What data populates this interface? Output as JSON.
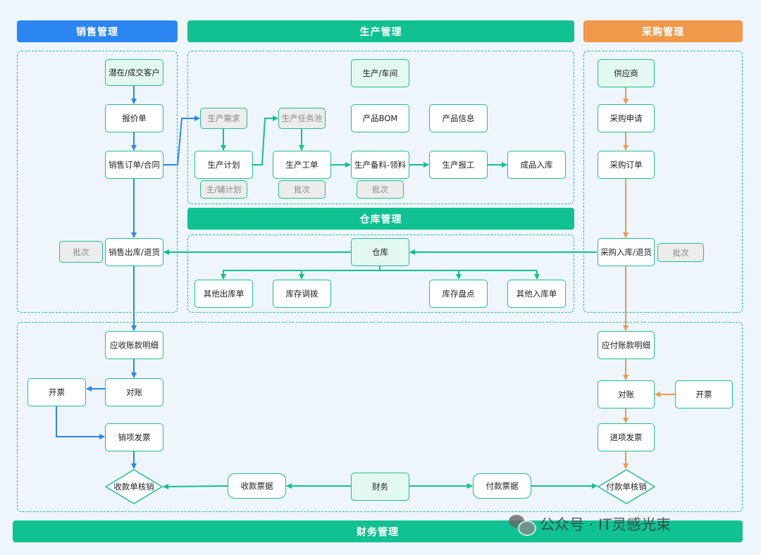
{
  "headers": {
    "sales": "销售管理",
    "production": "生产管理",
    "purchase": "采购管理",
    "warehouse": "仓库管理",
    "finance": "财务管理"
  },
  "nodes": {
    "customer": "潜在/成交客户",
    "quote": "报价单",
    "sales_order": "销售订单/合同",
    "sales_batch": "批次",
    "sales_outbound": "销售出库/退货",
    "workshop": "生产/车间",
    "demand": "生产需求",
    "task_pool": "生产任务池",
    "bom": "产品BOM",
    "product_info": "产品信息",
    "plan": "生产计划",
    "work_order": "生产工单",
    "material": "生产备料-领料",
    "report": "生产报工",
    "fg_inbound": "成品入库",
    "plan_sub": "主/辅计划",
    "wo_batch": "批次",
    "mat_batch": "批次",
    "supplier": "供应商",
    "pr": "采购申请",
    "po": "采购订单",
    "purchase_inbound": "采购入库/退货",
    "purchase_batch": "批次",
    "warehouse": "仓库",
    "other_out": "其他出库单",
    "transfer": "库存调拨",
    "stocktake": "库存盘点",
    "other_in": "其他入库单",
    "ar_detail": "应收账款明细",
    "ar_reconcile": "对账",
    "ar_invoice_issue": "开票",
    "output_invoice": "销项发票",
    "receipt_verify": "收款单核销",
    "receipt_bill": "收款票据",
    "finance": "财务",
    "payment_bill": "付款票据",
    "payment_verify": "付款单核销",
    "ap_detail": "应付账款明细",
    "ap_reconcile": "对账",
    "ap_invoice_issue": "开票",
    "input_invoice": "进项发票"
  },
  "watermark": "公众号 · IT灵感光束",
  "colors": {
    "blue": "#2b86f2",
    "green": "#10c191",
    "orange": "#f0994a"
  }
}
